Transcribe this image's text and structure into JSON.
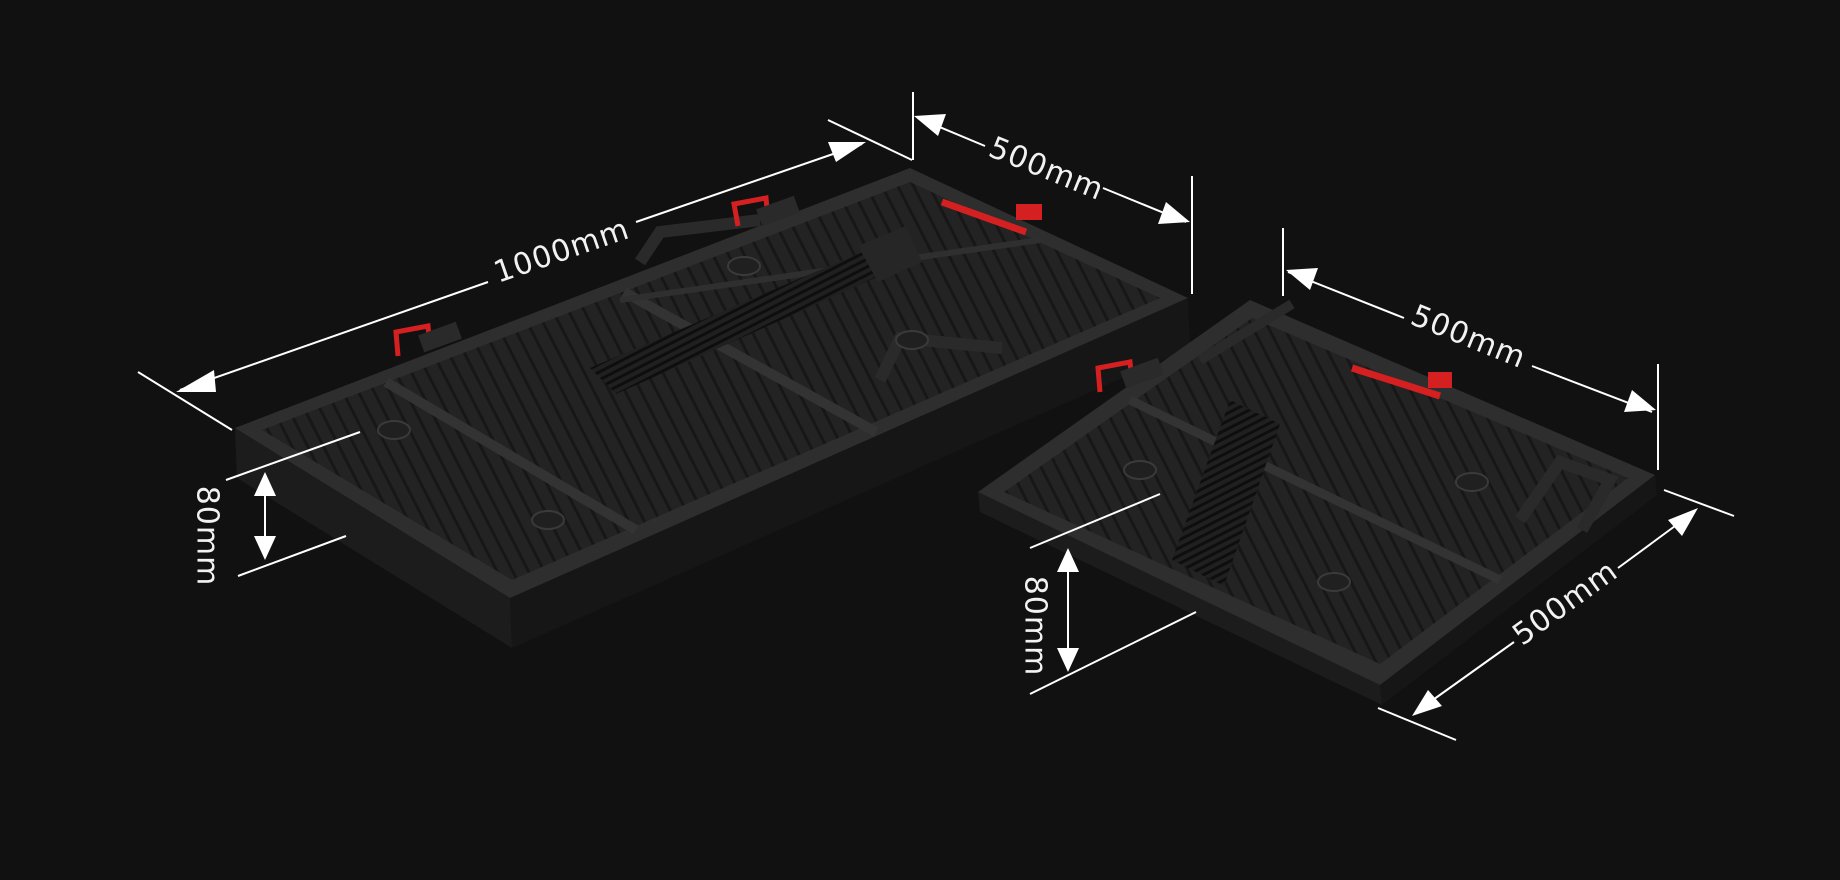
{
  "panel_large": {
    "dim_length": "1000mm",
    "dim_width": "500mm",
    "dim_depth": "80mm"
  },
  "panel_small": {
    "dim_width": "500mm",
    "dim_length": "500mm",
    "dim_depth": "80mm"
  },
  "colors": {
    "background": "#111111",
    "frame": "#2b2b2b",
    "frame_dark": "#1a1a1a",
    "accent_red": "#d42020",
    "dimension_lines": "#ffffff"
  }
}
